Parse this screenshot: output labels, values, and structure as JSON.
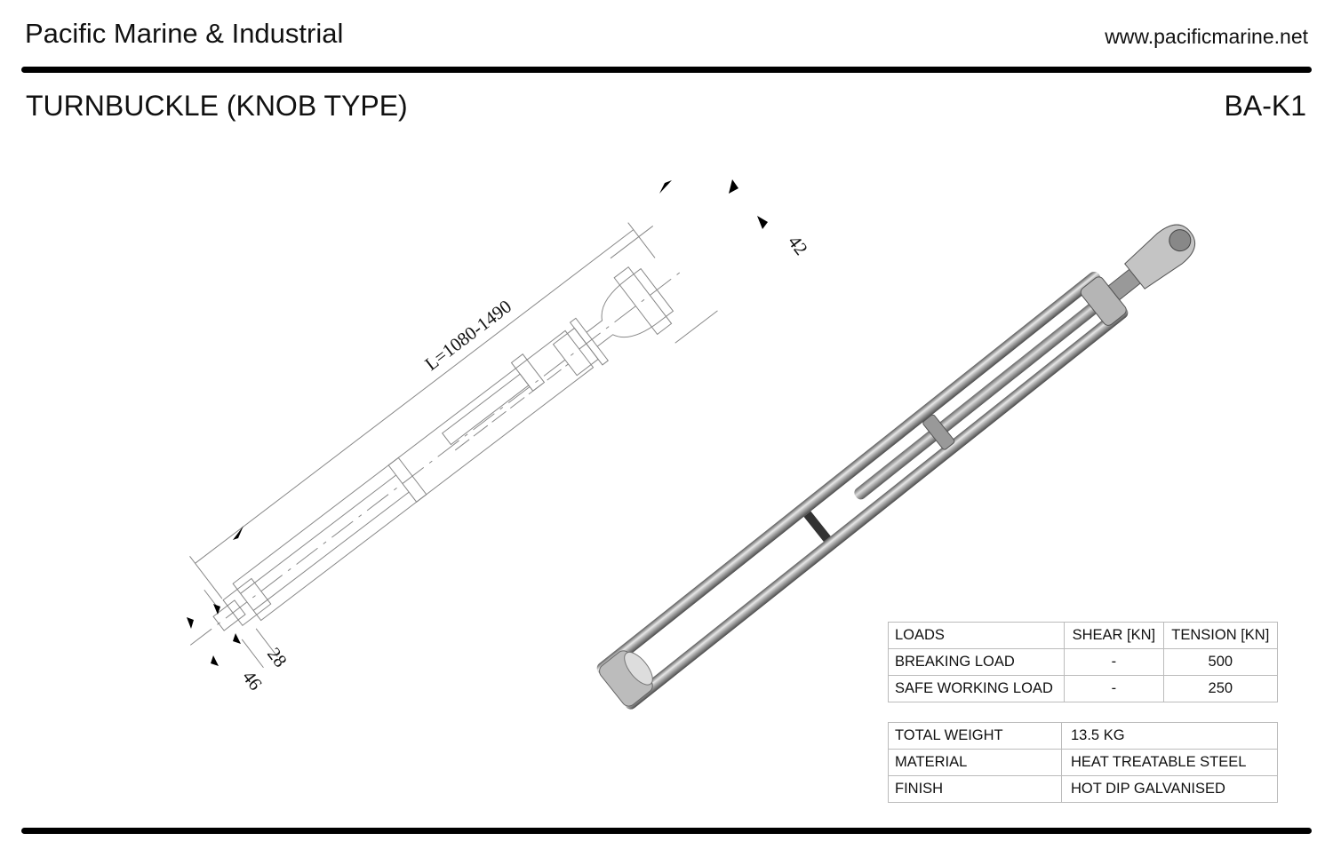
{
  "header": {
    "company": "Pacific Marine & Industrial",
    "website": "www.pacificmarine.net"
  },
  "product": {
    "title": "TURNBUCKLE (KNOB TYPE)",
    "code": "BA-K1"
  },
  "drawing": {
    "length_label": "L=1080-1490",
    "dim_42": "42",
    "dim_28": "28",
    "dim_46": "46"
  },
  "loads_table": {
    "headers": [
      "LOADS",
      "SHEAR [KN]",
      "TENSION [KN]"
    ],
    "rows": [
      [
        "BREAKING LOAD",
        "-",
        "500"
      ],
      [
        "SAFE WORKING LOAD",
        "-",
        "250"
      ]
    ]
  },
  "properties_table": {
    "rows": [
      [
        "TOTAL WEIGHT",
        "13.5 KG"
      ],
      [
        "MATERIAL",
        "HEAT TREATABLE STEEL"
      ],
      [
        "FINISH",
        "HOT DIP GALVANISED"
      ]
    ]
  }
}
